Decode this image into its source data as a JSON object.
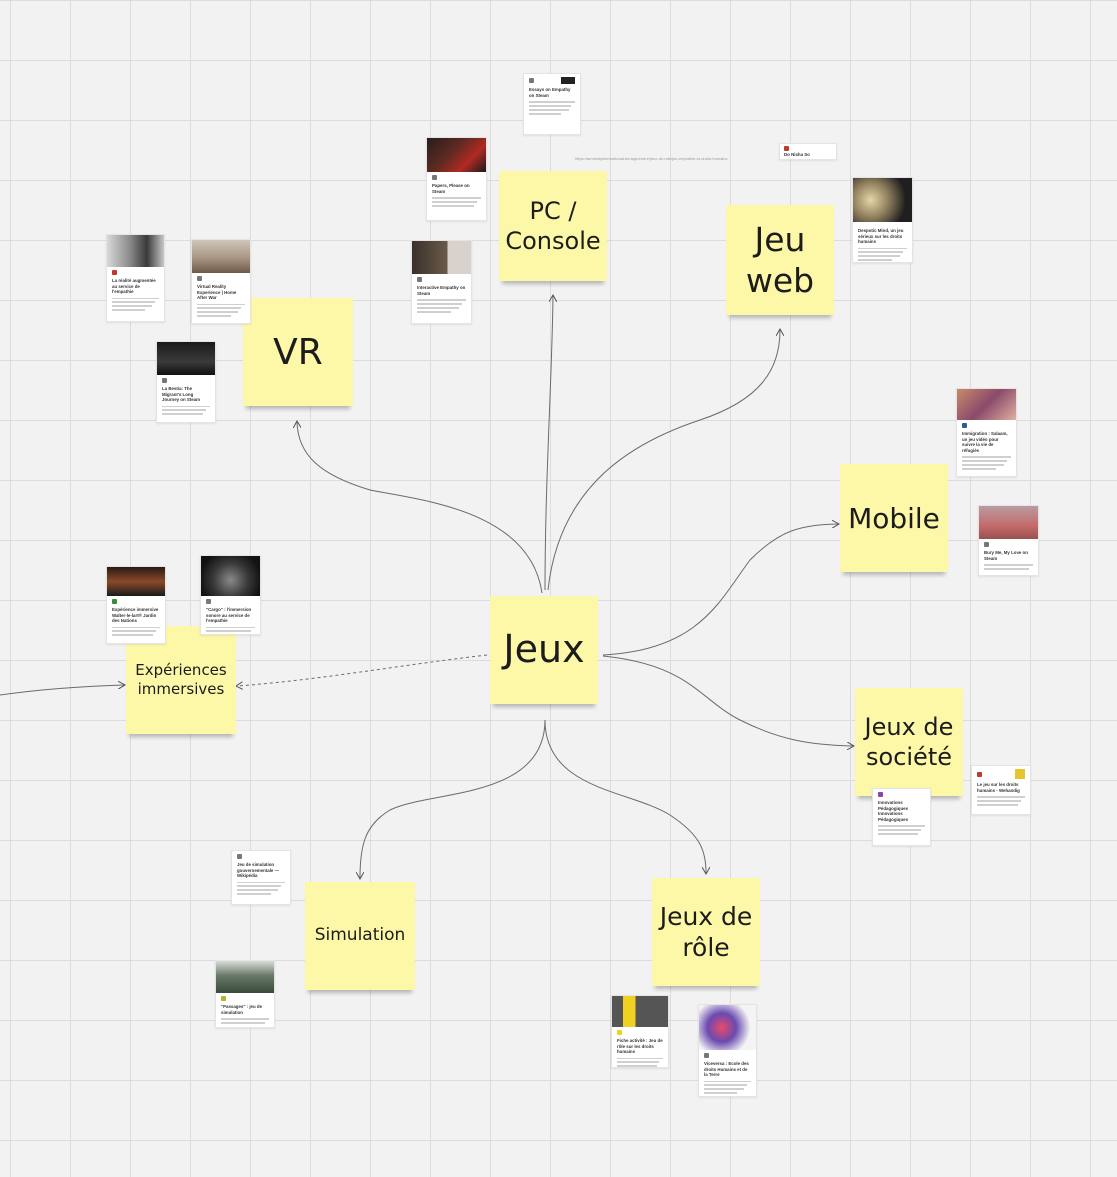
{
  "central": {
    "label": "Jeux"
  },
  "branches": [
    {
      "id": "vr",
      "label": "VR"
    },
    {
      "id": "pc",
      "label": "PC / Console"
    },
    {
      "id": "web",
      "label": "Jeu web"
    },
    {
      "id": "mobile",
      "label": "Mobile"
    },
    {
      "id": "societe",
      "label": "Jeux de société"
    },
    {
      "id": "role",
      "label": "Jeux de rôle"
    },
    {
      "id": "simulation",
      "label": "Simulation"
    },
    {
      "id": "immersive",
      "label": "Expériences immersives"
    }
  ],
  "cards": [
    {
      "id": "essays",
      "title": "Essays on Empathy on Steam"
    },
    {
      "id": "papers",
      "title": "Papers, Please on Steam"
    },
    {
      "id": "interactive",
      "title": "Interactive Empathy on Steam"
    },
    {
      "id": "realite",
      "title": "La réalité augmentée au service de l'empathie"
    },
    {
      "id": "vrx",
      "title": "Virtual Reality Experience | Home After War"
    },
    {
      "id": "bestia",
      "title": "La Bestia: The Migrant's Long Journey on Steam"
    },
    {
      "id": "donishaso",
      "title": "Do Nisha So"
    },
    {
      "id": "despotic",
      "title": "Despotic Mind, un jeu sérieux sur les droits humains"
    },
    {
      "id": "immigration",
      "title": "Immigration : Salaam, un jeu vidéo pour suivre la vie de réfugiés"
    },
    {
      "id": "bury",
      "title": "Bury Me, My Love on Steam"
    },
    {
      "id": "walter",
      "title": "Expérience immersive Walter-le-lart® Jardin des Nations"
    },
    {
      "id": "cargo",
      "title": "\"Cargo\" : l'immersion sonore au service de l'empathie"
    },
    {
      "id": "innovations",
      "title": "Innovations Pédagogiques Innovations Pédagogiques"
    },
    {
      "id": "jeudroits",
      "title": "Le jeu sur les droits humains - Wehandig"
    },
    {
      "id": "simulation_wiki",
      "title": "Jeu de simulation gouvernementale — Wikipédia"
    },
    {
      "id": "passages",
      "title": "\"Passages\" : jeu de simulation"
    },
    {
      "id": "fiche",
      "title": "Fiche activité : Jeu de rôle sur les droits humains"
    },
    {
      "id": "viceversa",
      "title": "Viceversa : Ecole des droits Humains et de la Terre"
    }
  ],
  "url_note": "https://amnestyinternational.be/apprendre/jeux-de-role/jeu-empathie-et-droits-humains"
}
